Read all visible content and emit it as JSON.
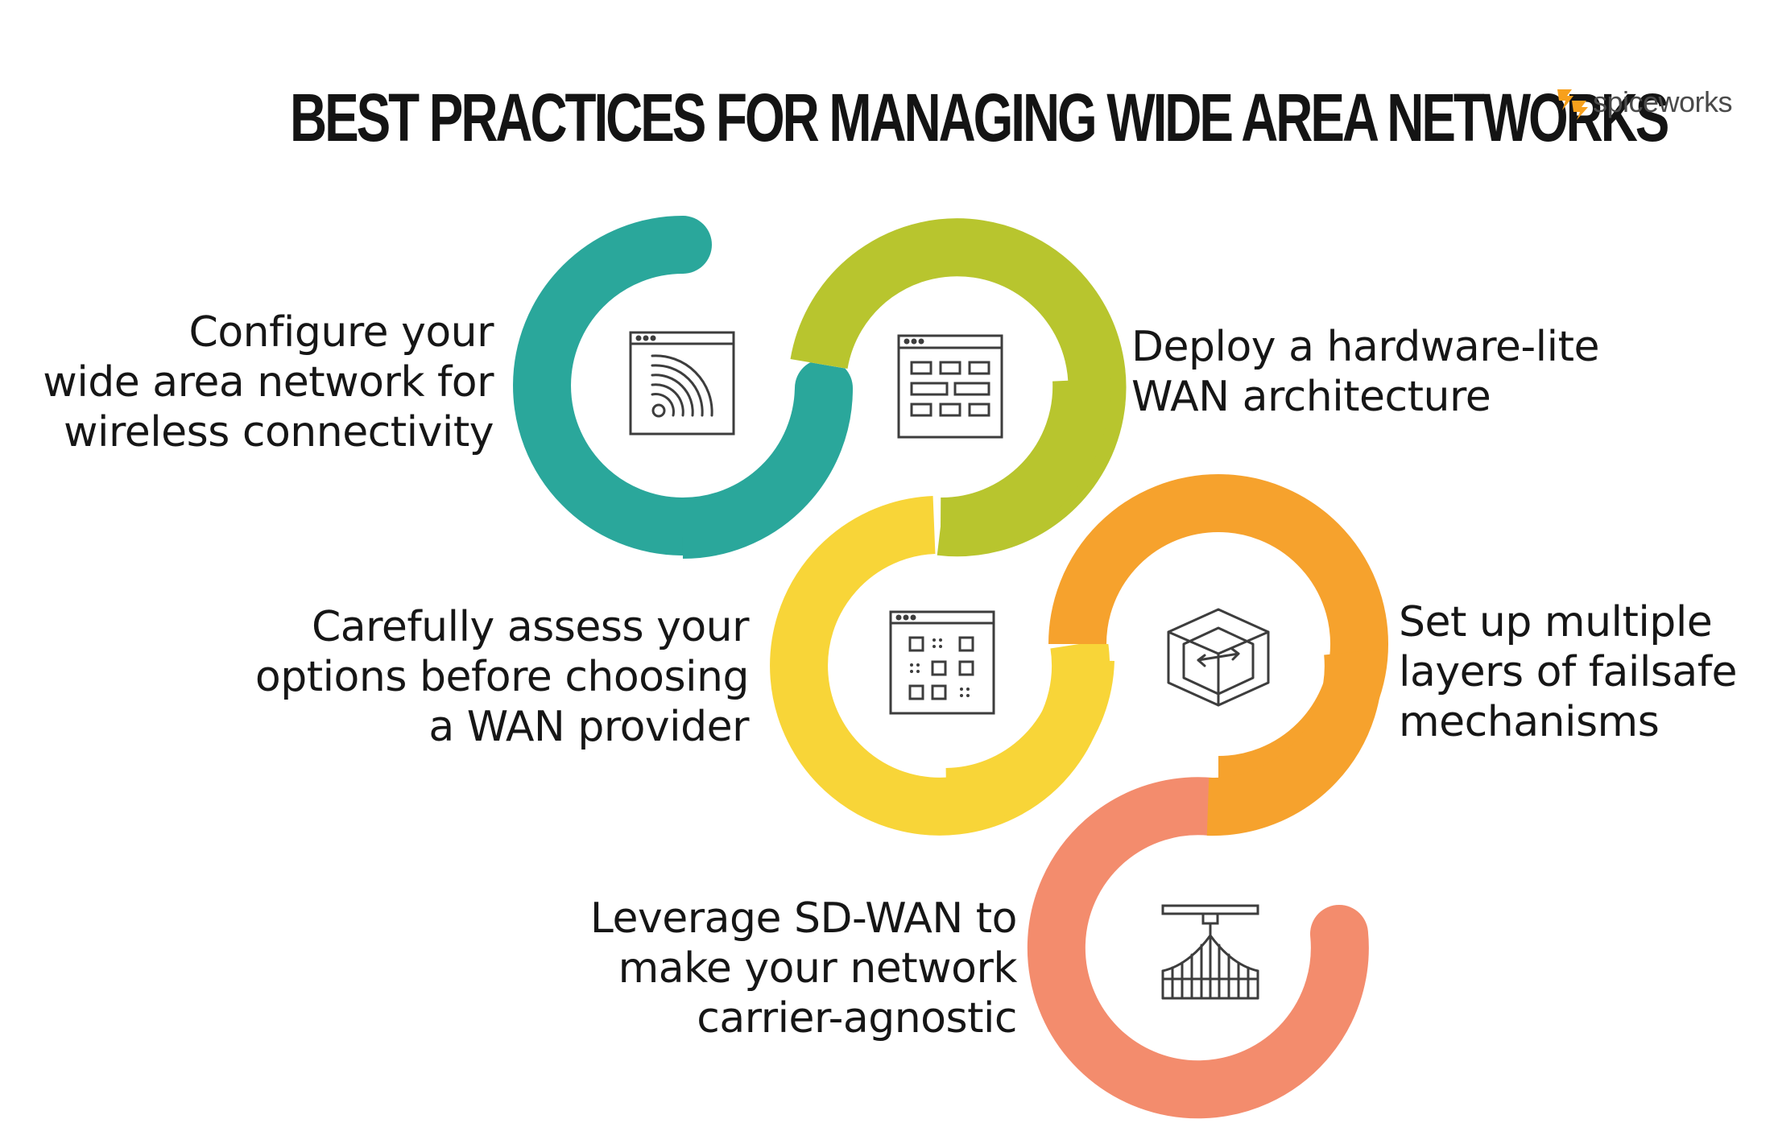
{
  "header": {
    "title": "BEST PRACTICES FOR MANAGING WIDE AREA NETWORKS",
    "brand": "spiceworks"
  },
  "colors": {
    "teal": "#2aa79b",
    "lime": "#b8c52e",
    "yellow": "#f8d538",
    "orange": "#f6a22d",
    "salmon": "#f38c6d",
    "brand_orange": "#f7a01c",
    "icon_stroke": "#3d3d3d"
  },
  "steps": [
    {
      "text": "Configure your\nwide area network for\nwireless connectivity",
      "icon": "wireless-signal-icon",
      "color": "#2aa79b"
    },
    {
      "text": "Deploy a hardware-lite\nWAN architecture",
      "icon": "architecture-blocks-icon",
      "color": "#b8c52e"
    },
    {
      "text": "Carefully assess your\noptions before choosing\na WAN provider",
      "icon": "qr-options-icon",
      "color": "#f8d538"
    },
    {
      "text": "Set up multiple\nlayers of failsafe\nmechanisms",
      "icon": "layered-box-icon",
      "color": "#f6a22d"
    },
    {
      "text": "Leverage SD-WAN to\nmake your network\ncarrier-agnostic",
      "icon": "suspension-bridge-icon",
      "color": "#f38c6d"
    }
  ]
}
